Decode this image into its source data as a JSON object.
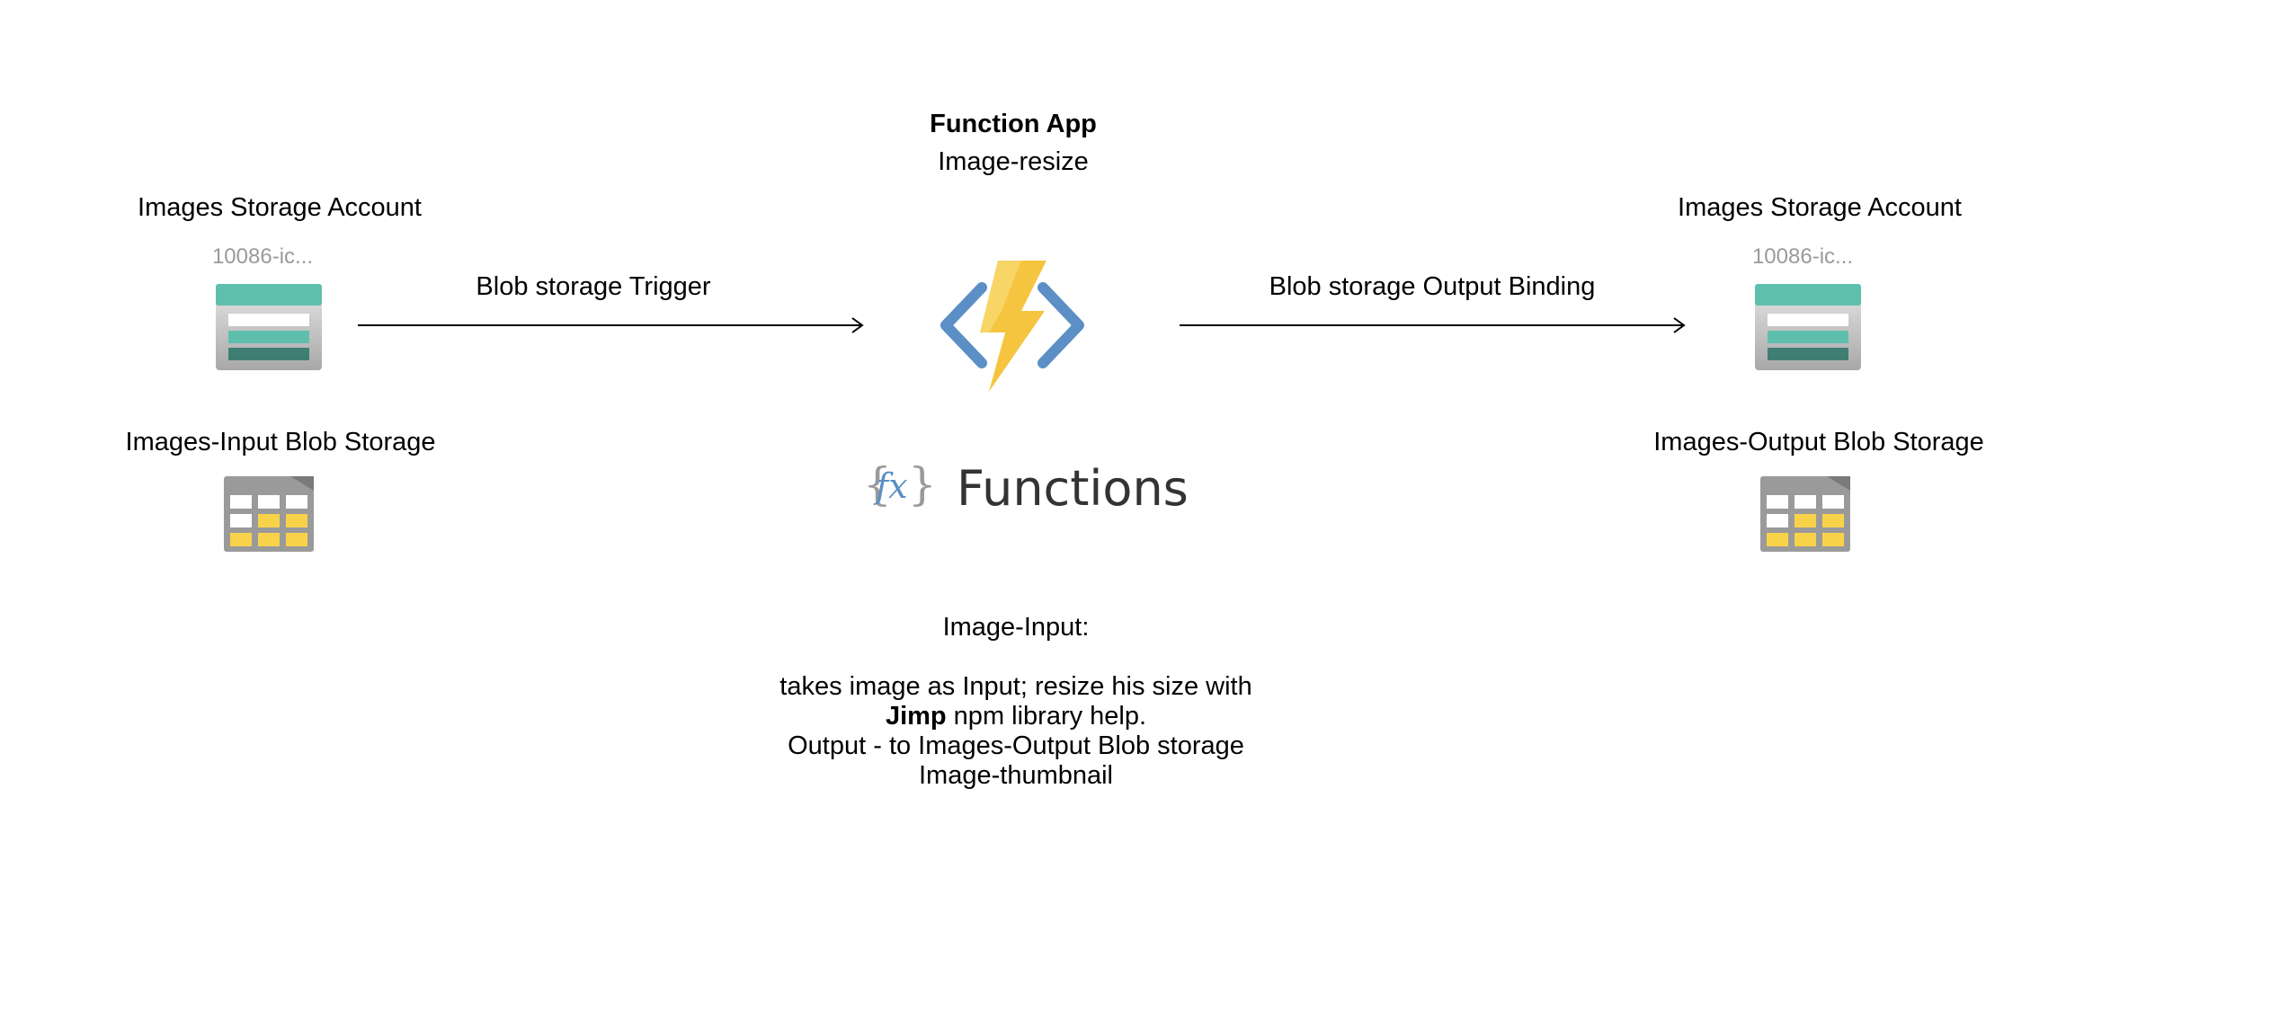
{
  "function_app": {
    "title": "Function App",
    "name": "Image-resize"
  },
  "left": {
    "account_label": "Images Storage Account",
    "account_name": "10086-ic...",
    "container_label": "Images-Input  Blob Storage"
  },
  "right": {
    "account_label": "Images Storage Account",
    "account_name": "10086-ic...",
    "container_label": "Images-Output  Blob Storage"
  },
  "arrows": {
    "trigger_label": "Blob storage Trigger",
    "output_label": "Blob storage Output Binding"
  },
  "functions": {
    "logo_text": "Functions",
    "fx_glyph": "fx"
  },
  "description": {
    "heading": "Image-Input:",
    "line1": "takes image as Input; resize his size with",
    "line2_bold": "Jimp",
    "line2_rest": " npm library help.",
    "line3": "Output -  to Images-Output Blob storage",
    "line4": "Image-thumbnail"
  },
  "icons": {
    "storage_account": "storage-account-icon",
    "blob_table": "blob-storage-table-icon",
    "function_app": "function-app-lightning-icon",
    "functions_logo": "functions-fx-icon"
  },
  "colors": {
    "teal": "#5FBFAD",
    "dark_teal": "#3F7F73",
    "grey": "#9A9A9A",
    "yellow": "#F8D34A",
    "lightning": "#F5C540",
    "bracket_blue": "#5B8FC5"
  }
}
